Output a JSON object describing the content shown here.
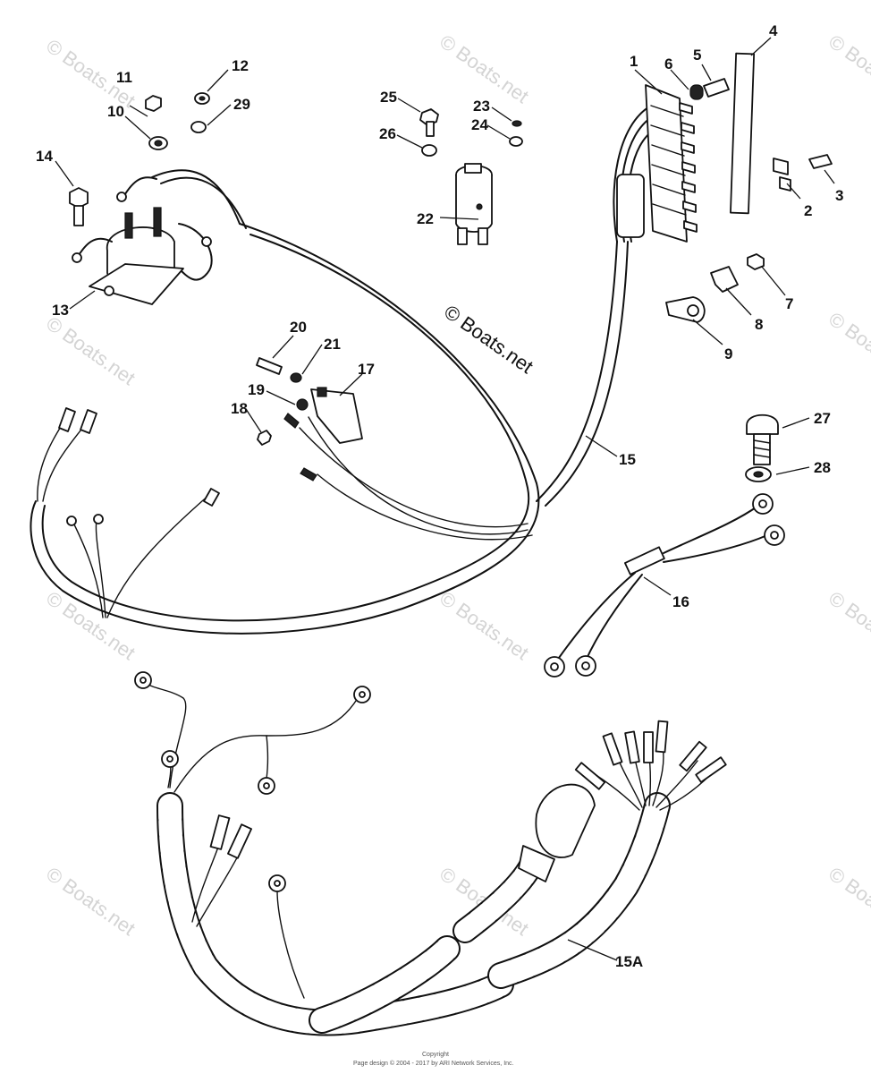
{
  "watermark": {
    "main": "© Boats.net",
    "tiled": "© Boats.net"
  },
  "footer": {
    "line1": "Copyright",
    "line2": "Page design © 2004 - 2017 by ARI Network Services, Inc."
  },
  "callouts": [
    "1",
    "2",
    "3",
    "4",
    "5",
    "6",
    "7",
    "8",
    "9",
    "10",
    "11",
    "12",
    "13",
    "14",
    "15",
    "15A",
    "16",
    "17",
    "18",
    "19",
    "20",
    "21",
    "22",
    "23",
    "24",
    "25",
    "26",
    "27",
    "28",
    "29"
  ]
}
